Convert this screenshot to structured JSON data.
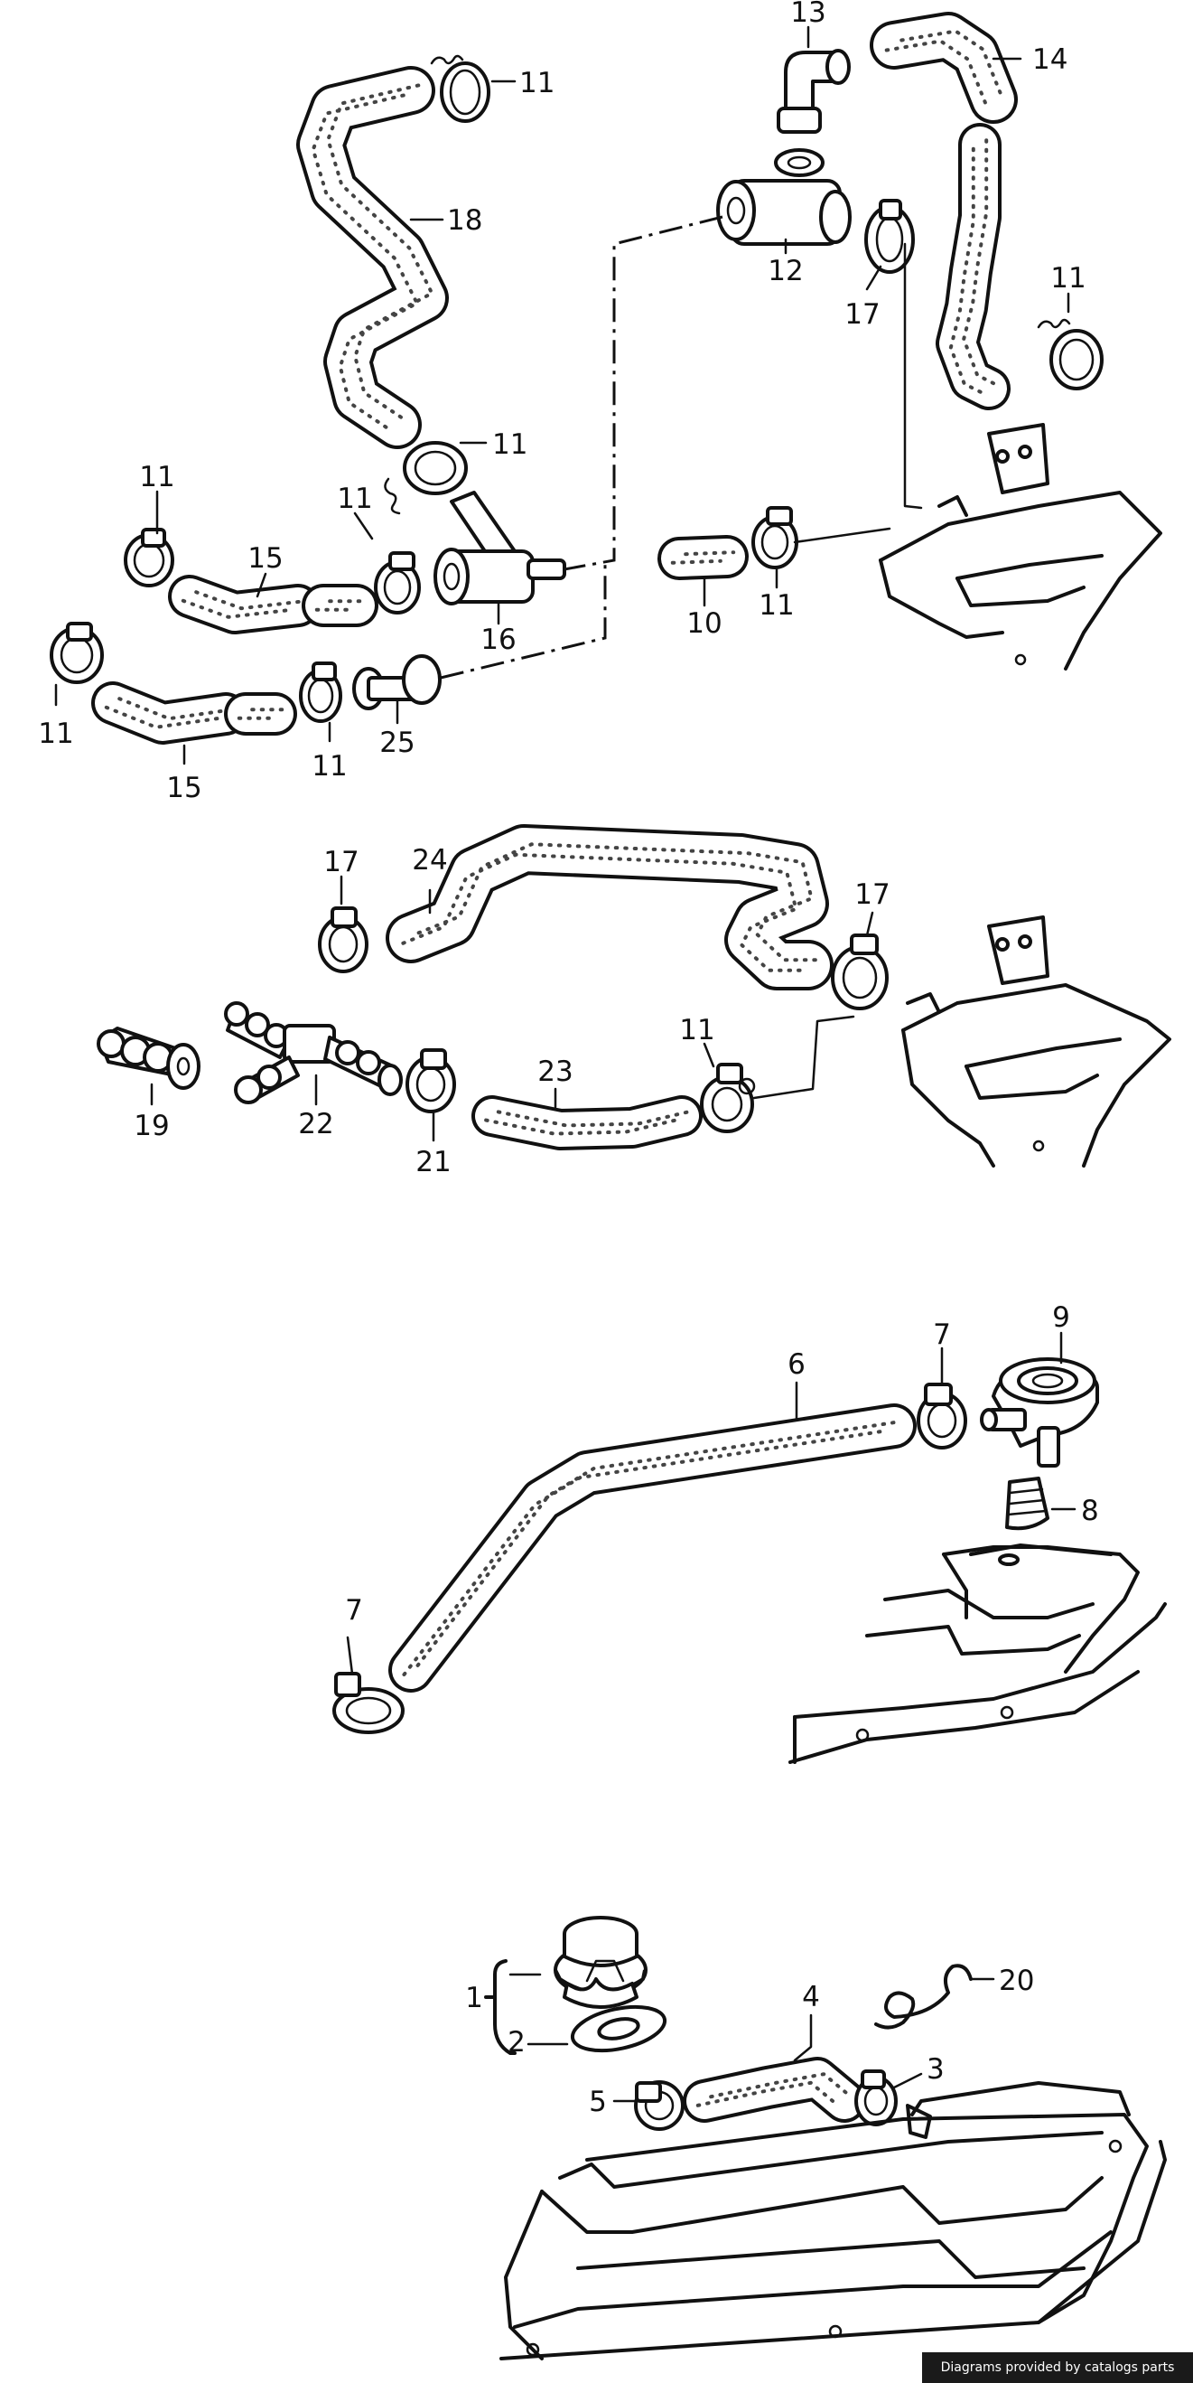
{
  "footer": {
    "credit": "Diagrams provided by catalogs parts"
  },
  "callouts": [
    {
      "id": "c13",
      "text": "13"
    },
    {
      "id": "c14",
      "text": "14"
    },
    {
      "id": "c11a",
      "text": "11"
    },
    {
      "id": "c18",
      "text": "18"
    },
    {
      "id": "c12",
      "text": "12"
    },
    {
      "id": "c17a",
      "text": "17"
    },
    {
      "id": "c11b",
      "text": "11"
    },
    {
      "id": "c11c",
      "text": "11"
    },
    {
      "id": "c11d",
      "text": "11"
    },
    {
      "id": "c11e",
      "text": "11"
    },
    {
      "id": "c15a",
      "text": "15"
    },
    {
      "id": "c16",
      "text": "16"
    },
    {
      "id": "c10",
      "text": "10"
    },
    {
      "id": "c11f",
      "text": "11"
    },
    {
      "id": "c11g",
      "text": "11"
    },
    {
      "id": "c15b",
      "text": "15"
    },
    {
      "id": "c11h",
      "text": "11"
    },
    {
      "id": "c25",
      "text": "25"
    },
    {
      "id": "c17b",
      "text": "17"
    },
    {
      "id": "c24",
      "text": "24"
    },
    {
      "id": "c17c",
      "text": "17"
    },
    {
      "id": "c11i",
      "text": "11"
    },
    {
      "id": "c19",
      "text": "19"
    },
    {
      "id": "c22",
      "text": "22"
    },
    {
      "id": "c21",
      "text": "21"
    },
    {
      "id": "c23",
      "text": "23"
    },
    {
      "id": "c6",
      "text": "6"
    },
    {
      "id": "c7a",
      "text": "7"
    },
    {
      "id": "c9",
      "text": "9"
    },
    {
      "id": "c8",
      "text": "8"
    },
    {
      "id": "c7b",
      "text": "7"
    },
    {
      "id": "c1",
      "text": "1"
    },
    {
      "id": "c2",
      "text": "2"
    },
    {
      "id": "c4",
      "text": "4"
    },
    {
      "id": "c20",
      "text": "20"
    },
    {
      "id": "c3",
      "text": "3"
    },
    {
      "id": "c5",
      "text": "5"
    }
  ]
}
